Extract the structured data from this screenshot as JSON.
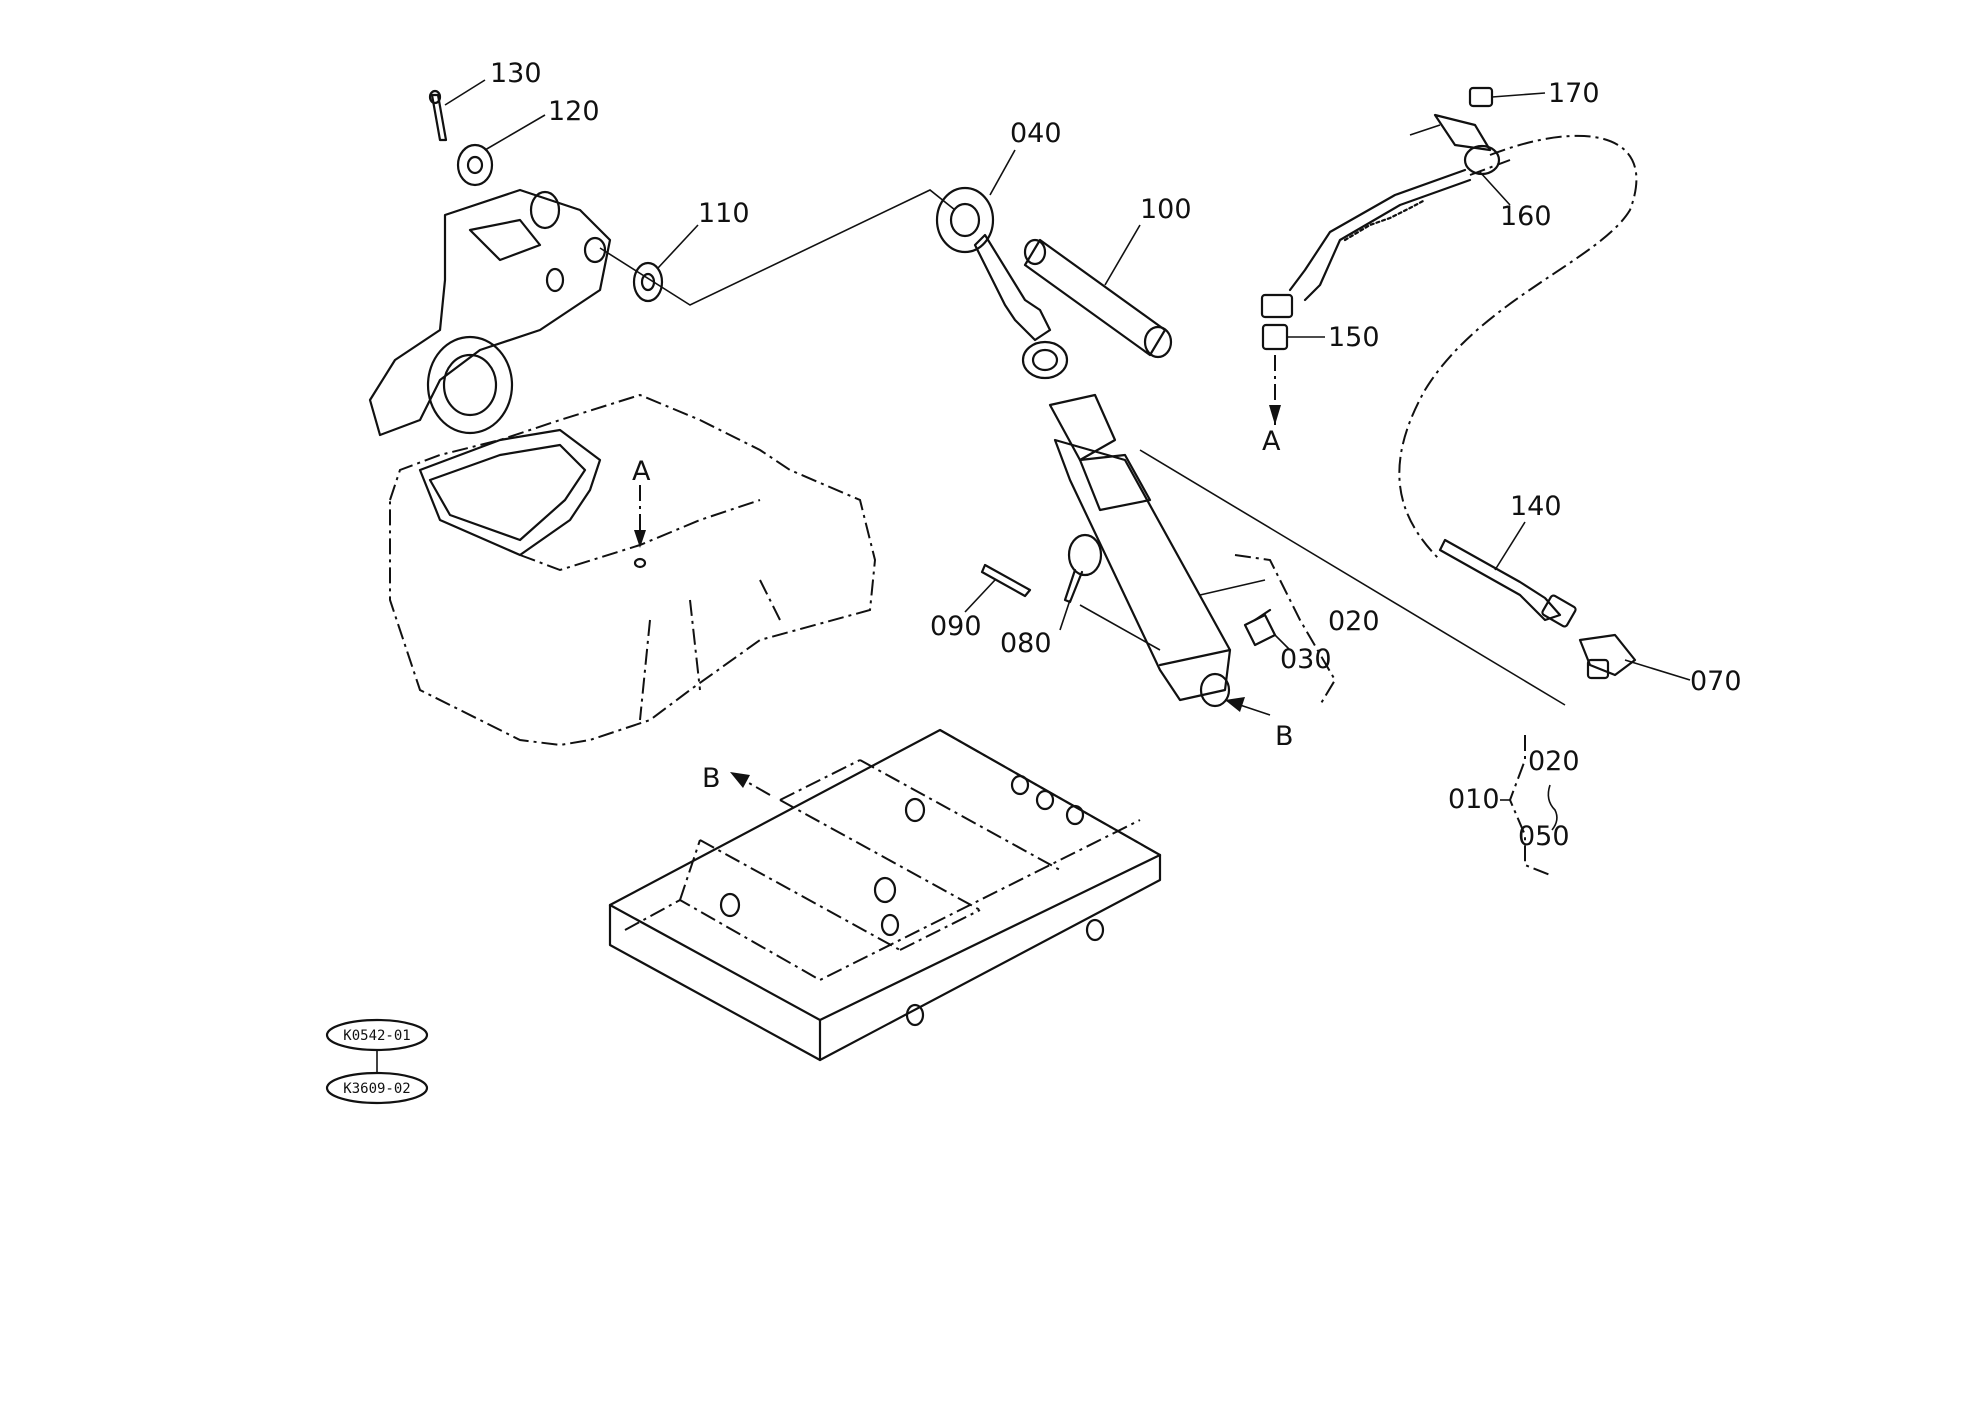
{
  "labels": {
    "p130": "130",
    "p120": "120",
    "p110": "110",
    "p040": "040",
    "p100": "100",
    "p170": "170",
    "p160": "160",
    "p150": "150",
    "p140": "140",
    "p070": "070",
    "p090": "090",
    "p080": "080",
    "p020a": "020",
    "p030": "030",
    "p010": "010",
    "p020b": "020",
    "p050": "050",
    "arrowA1": "A",
    "arrowA2": "A",
    "arrowB1": "B",
    "arrowB2": "B"
  },
  "refs": {
    "ref1": "K0542-01",
    "ref2": "K3609-02"
  }
}
